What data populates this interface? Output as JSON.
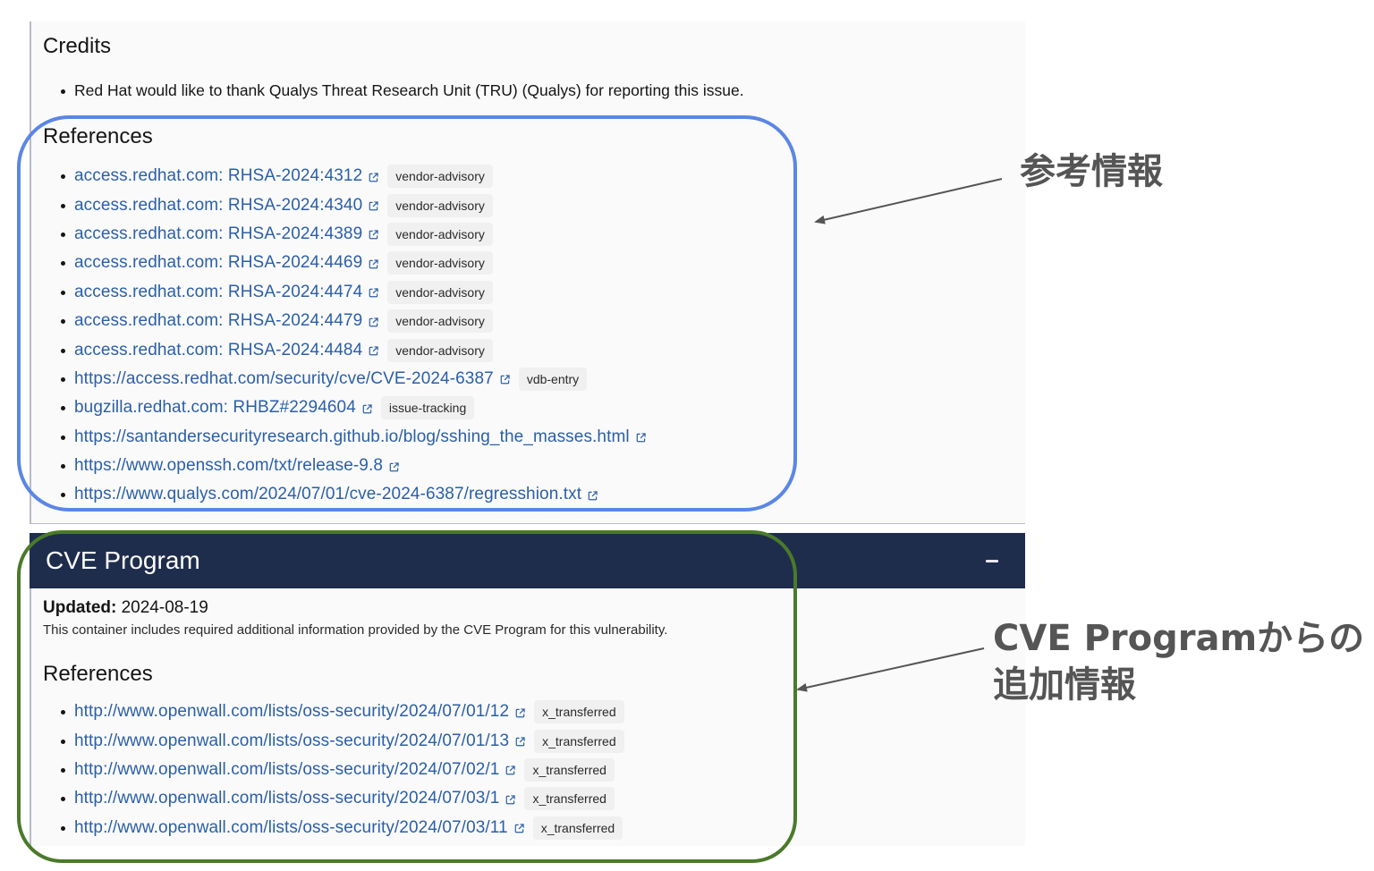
{
  "credits": {
    "heading": "Credits",
    "items": [
      "Red Hat would like to thank Qualys Threat Research Unit (TRU) (Qualys) for reporting this issue."
    ]
  },
  "references": {
    "heading": "References",
    "items": [
      {
        "label": "access.redhat.com: RHSA-2024:4312",
        "tag": "vendor-advisory",
        "icon": "external-link-icon"
      },
      {
        "label": "access.redhat.com: RHSA-2024:4340",
        "tag": "vendor-advisory",
        "icon": "external-link-icon"
      },
      {
        "label": "access.redhat.com: RHSA-2024:4389",
        "tag": "vendor-advisory",
        "icon": "external-link-icon"
      },
      {
        "label": "access.redhat.com: RHSA-2024:4469",
        "tag": "vendor-advisory",
        "icon": "external-link-icon"
      },
      {
        "label": "access.redhat.com: RHSA-2024:4474",
        "tag": "vendor-advisory",
        "icon": "external-link-icon"
      },
      {
        "label": "access.redhat.com: RHSA-2024:4479",
        "tag": "vendor-advisory",
        "icon": "external-link-icon"
      },
      {
        "label": "access.redhat.com: RHSA-2024:4484",
        "tag": "vendor-advisory",
        "icon": "external-link-icon"
      },
      {
        "label": "https://access.redhat.com/security/cve/CVE-2024-6387",
        "tag": "vdb-entry",
        "icon": "external-link-icon"
      },
      {
        "label": "bugzilla.redhat.com: RHBZ#2294604",
        "tag": "issue-tracking",
        "icon": "external-link-icon"
      },
      {
        "label": "https://santandersecurityresearch.github.io/blog/sshing_the_masses.html",
        "tag": null,
        "icon": "external-link-icon"
      },
      {
        "label": "https://www.openssh.com/txt/release-9.8",
        "tag": null,
        "icon": "external-link-icon"
      },
      {
        "label": "https://www.qualys.com/2024/07/01/cve-2024-6387/regresshion.txt",
        "tag": null,
        "icon": "external-link-icon"
      }
    ]
  },
  "cve_program": {
    "title": "CVE Program",
    "collapse_symbol": "−",
    "updated_label": "Updated:",
    "updated_value": "2024-08-19",
    "description": "This container includes required additional information provided by the CVE Program for this vulnerability.",
    "references_heading": "References",
    "references": [
      {
        "label": "http://www.openwall.com/lists/oss-security/2024/07/01/12",
        "tag": "x_transferred",
        "icon": "external-link-icon"
      },
      {
        "label": "http://www.openwall.com/lists/oss-security/2024/07/01/13",
        "tag": "x_transferred",
        "icon": "external-link-icon"
      },
      {
        "label": "http://www.openwall.com/lists/oss-security/2024/07/02/1",
        "tag": "x_transferred",
        "icon": "external-link-icon"
      },
      {
        "label": "http://www.openwall.com/lists/oss-security/2024/07/03/1",
        "tag": "x_transferred",
        "icon": "external-link-icon"
      },
      {
        "label": "http://www.openwall.com/lists/oss-security/2024/07/03/11",
        "tag": "x_transferred",
        "icon": "external-link-icon"
      }
    ]
  },
  "annotations": {
    "references_label": "参考情報",
    "cve_program_label_line1": "CVE Programからの",
    "cve_program_label_line2": "追加情報",
    "colors": {
      "blue_box": "#5b86e5",
      "green_box": "#4a7a2a",
      "arrow": "#555555"
    }
  },
  "colors": {
    "link": "#2b5fa8",
    "header_bg": "#1f2d4d",
    "panel_bg": "#fafafa",
    "tag_bg": "#f0f0f0"
  }
}
